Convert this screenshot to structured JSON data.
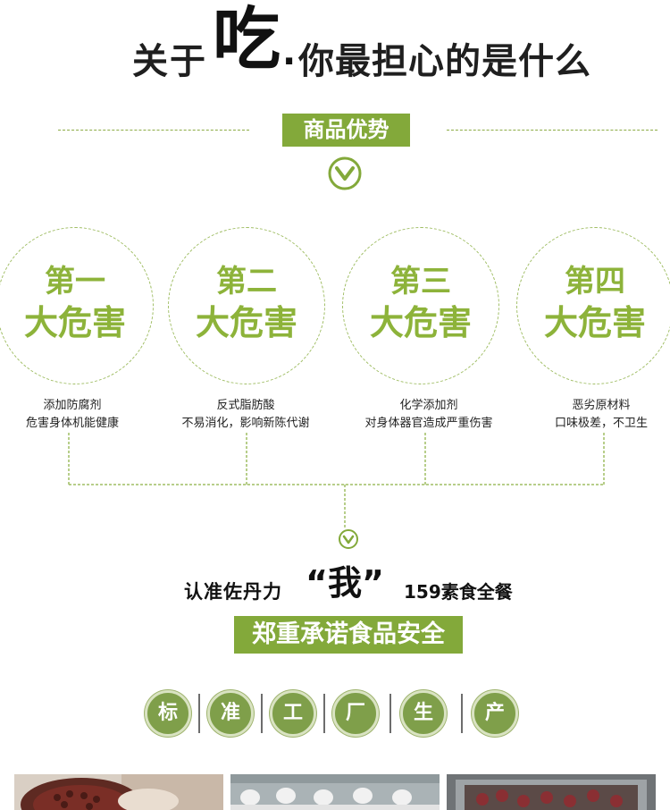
{
  "headline": {
    "prefix": "关于",
    "big": "吃",
    "dot": ".",
    "suffix": "你最担心的是什么"
  },
  "advantage_tag": "商品优势",
  "hazards": [
    {
      "l1": "第一",
      "l2": "大危害",
      "desc1": "添加防腐剂",
      "desc2": "危害身体机能健康"
    },
    {
      "l1": "第二",
      "l2": "大危害",
      "desc1": "反式脂肪酸",
      "desc2": "不易消化，影响新陈代谢"
    },
    {
      "l1": "第三",
      "l2": "大危害",
      "desc1": "化学添加剂",
      "desc2": "对身体器官造成严重伤害"
    },
    {
      "l1": "第四",
      "l2": "大危害",
      "desc1": "恶劣原材料",
      "desc2": "口味极差，不卫生"
    }
  ],
  "promise": {
    "lead": "认准佐丹力",
    "quote": "“我”",
    "tail": "159素食全餐",
    "banner": "郑重承诺食品安全"
  },
  "standards": [
    "标",
    "准",
    "工",
    "厂",
    "生",
    "产"
  ],
  "icons": {
    "advantage_chevron": "chevron-down-icon",
    "connector_chevron": "chevron-down-icon"
  },
  "colors": {
    "accent_green": "#83a93a",
    "badge_green": "#7f9f4a"
  }
}
